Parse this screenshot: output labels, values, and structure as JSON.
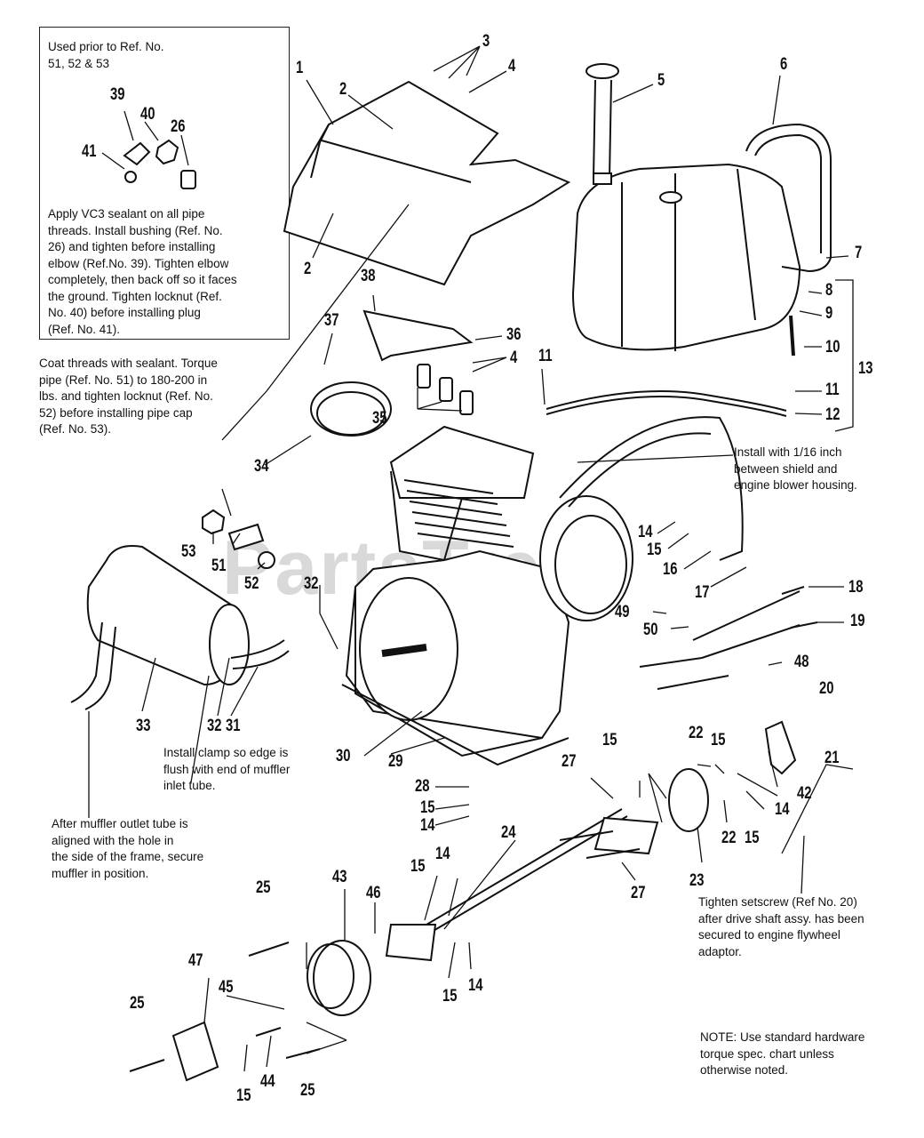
{
  "watermark": "PartsTree",
  "notes": {
    "inset_heading": "Used prior to Ref. No.\n51, 52 & 53",
    "inset_instructions": "Apply VC3 sealant on all pipe\nthreads. Install bushing (Ref. No.\n26) and tighten before installing\nelbow (Ref.No. 39). Tighten elbow\ncompletely, then back off so it faces\nthe ground. Tighten locknut (Ref.\nNo. 40) before installing plug\n(Ref. No. 41).",
    "coat_threads": "Coat threads with sealant. Torque\npipe (Ref. No. 51) to 180-200 in\nlbs. and tighten locknut (Ref. No.\n52) before installing pipe cap\n(Ref. No. 53).",
    "shield_gap": "Install with 1/16 inch\nbetween shield and\nengine blower housing.",
    "clamp": "Install clamp so edge is\nflush with end of muffler\ninlet tube.",
    "muffler": "After muffler outlet tube is\naligned with the hole in\nthe side of the frame, secure\nmuffler in position.",
    "setscrew": "Tighten setscrew (Ref No. 20)\nafter drive shaft assy. has been\nsecured to engine flywheel\nadaptor.",
    "hardware": "NOTE: Use standard hardware\ntorque spec. chart unless\notherwise noted."
  },
  "callouts": [
    "39",
    "40",
    "26",
    "41",
    "1",
    "2",
    "3",
    "4",
    "5",
    "6",
    "7",
    "8",
    "9",
    "10",
    "11",
    "12",
    "13",
    "2",
    "38",
    "36",
    "37",
    "4",
    "11",
    "35",
    "34",
    "53",
    "51",
    "52",
    "32",
    "14",
    "15",
    "16",
    "17",
    "18",
    "49",
    "50",
    "19",
    "48",
    "20",
    "21",
    "22",
    "15",
    "42",
    "14",
    "22",
    "15",
    "23",
    "27",
    "15",
    "33",
    "32",
    "31",
    "30",
    "29",
    "28",
    "15",
    "14",
    "24",
    "27",
    "25",
    "43",
    "46",
    "15",
    "14",
    "15",
    "14",
    "47",
    "45",
    "25",
    "44",
    "15",
    "25"
  ]
}
